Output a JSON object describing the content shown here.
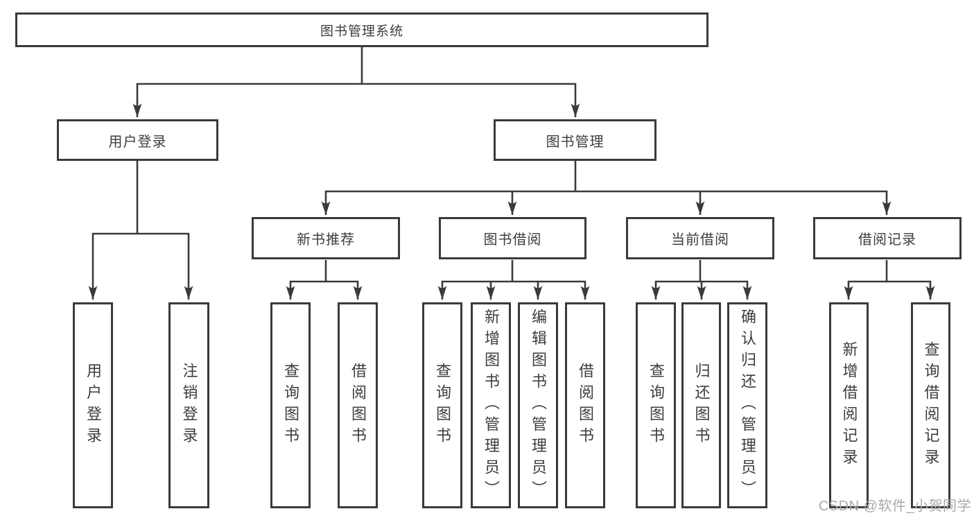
{
  "diagram": {
    "root": {
      "label": "图书管理系统"
    },
    "level2": {
      "user_login": {
        "label": "用户登录"
      },
      "book_mgmt": {
        "label": "图书管理"
      }
    },
    "level3": {
      "new_book_rec": {
        "label": "新书推荐"
      },
      "book_borrow": {
        "label": "图书借阅"
      },
      "current_borrow": {
        "label": "当前借阅"
      },
      "borrow_records": {
        "label": "借阅记录"
      }
    },
    "leaves": {
      "user_login_leaf": {
        "label": "用户登录"
      },
      "logout_leaf": {
        "label": "注销登录"
      },
      "rec_query_books": {
        "label": "查询图书"
      },
      "rec_borrow_books": {
        "label": "借阅图书"
      },
      "bb_query_books": {
        "label": "查询图书"
      },
      "bb_add_books": {
        "label": "新增图书（管理员）"
      },
      "bb_edit_books": {
        "label": "编辑图书（管理员）"
      },
      "bb_borrow_books": {
        "label": "借阅图书"
      },
      "cb_query_books": {
        "label": "查询图书"
      },
      "cb_return_books": {
        "label": "归还图书"
      },
      "cb_confirm_return": {
        "label": "确认归还（管理员）"
      },
      "rec_add_record": {
        "label": "新增借阅记录"
      },
      "rec_query_record": {
        "label": "查询借阅记录"
      }
    },
    "colors": {
      "line": "#3a3a3c",
      "text": "#3d3d3f",
      "watermark": "#a9a9af"
    },
    "watermark": "CSDN @软件_小贺同学"
  }
}
